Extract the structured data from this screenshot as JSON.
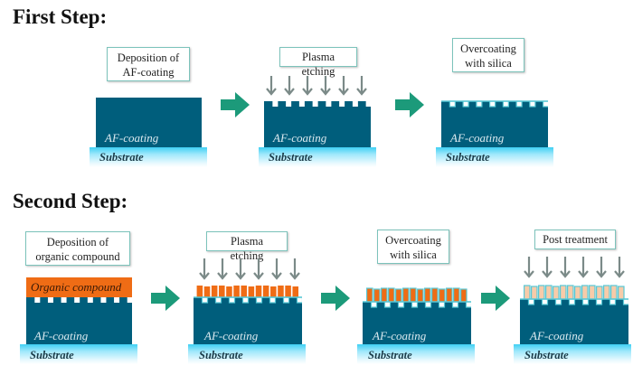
{
  "headings": {
    "first_step": "First Step:",
    "second_step": "Second Step:"
  },
  "first_step": {
    "stages": [
      {
        "label_line1": "Deposition of",
        "label_line2": "AF-coating",
        "af_text": "AF-coating",
        "substrate_text": "Substrate"
      },
      {
        "label_line1": "Plasma etching",
        "label_line2": "",
        "af_text": "AF-coating",
        "substrate_text": "Substrate"
      },
      {
        "label_line1": "Overcoating",
        "label_line2": "with silica",
        "af_text": "AF-coating",
        "substrate_text": "Substrate"
      }
    ]
  },
  "second_step": {
    "stages": [
      {
        "label_line1": "Deposition of",
        "label_line2": "organic compound",
        "layer_text": "Organic compound",
        "af_text": "AF-coating",
        "substrate_text": "Substrate"
      },
      {
        "label_line1": "Plasma etching",
        "label_line2": "",
        "af_text": "AF-coating",
        "substrate_text": "Substrate"
      },
      {
        "label_line1": "Overcoating",
        "label_line2": "with silica",
        "af_text": "AF-coating",
        "substrate_text": "Substrate"
      },
      {
        "label_line1": "Post treatment",
        "label_line2": "",
        "af_text": "AF-coating",
        "substrate_text": "Substrate"
      }
    ]
  },
  "colors": {
    "af_coating": "#005e7c",
    "substrate": "#3fd0f4",
    "organic": "#ef6c15",
    "treated_pillar": "#f7cba9",
    "silica_outline": "#58c8d6",
    "process_arrow": "#1c9a7a",
    "plasma_arrow": "#7b8a88"
  }
}
